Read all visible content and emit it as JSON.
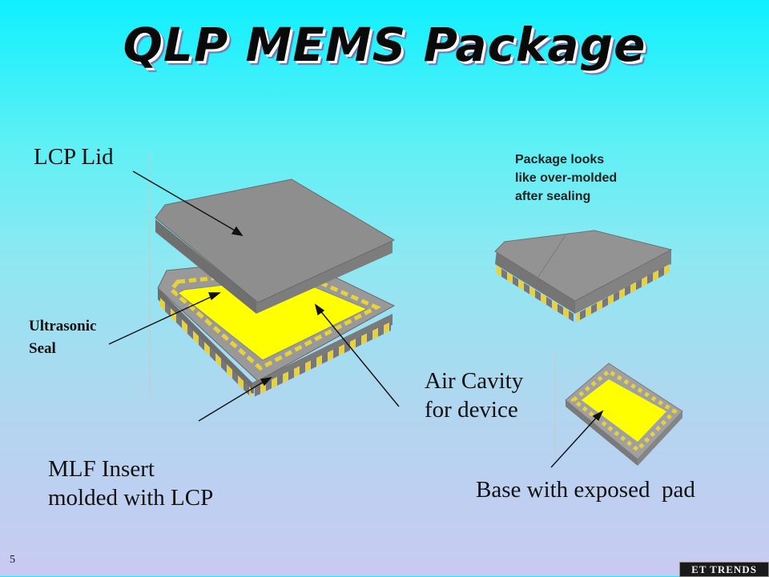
{
  "title": "QLP MEMS Package",
  "labels": {
    "lcp_lid": "LCP Lid",
    "package_note_1": "Package looks",
    "package_note_2": "like over-molded",
    "package_note_3": "after sealing",
    "ultrasonic_1": "Ultrasonic",
    "ultrasonic_2": "Seal",
    "air_cavity_1": "Air Cavity",
    "air_cavity_2": "for device",
    "mlf_1": "MLF Insert",
    "mlf_2": "molded with LCP",
    "base": "Base with exposed  pad"
  },
  "page_number": "5",
  "logo_text": "ET TRENDS",
  "colors": {
    "package_gray": "#8c8c8c",
    "cavity_yellow": "#ffff00",
    "lead_yellow": "#e8d23a",
    "background_top": "#00f0ff",
    "background_bottom": "#c9caf3"
  }
}
